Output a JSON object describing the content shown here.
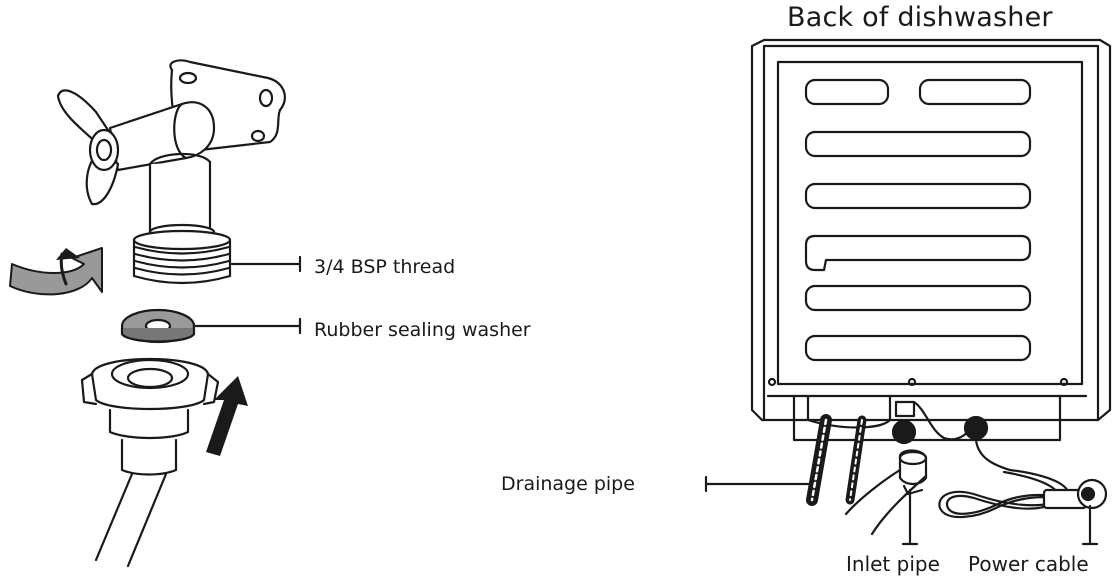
{
  "diagram": {
    "title": "Back of dishwasher",
    "labels": {
      "thread": "3/4 BSP thread",
      "washer": "Rubber sealing washer",
      "drainage": "Drainage pipe",
      "inlet": "Inlet pipe",
      "power": "Power cable"
    }
  },
  "colors": {
    "line": "#1a1a1a",
    "arrow_fill": "#999999",
    "washer_fill": "#9a9a9a"
  },
  "icons": [
    "tap-icon",
    "rotate-arrow-icon",
    "up-arrow-icon",
    "hose-connector-icon",
    "dishwasher-back-icon"
  ]
}
